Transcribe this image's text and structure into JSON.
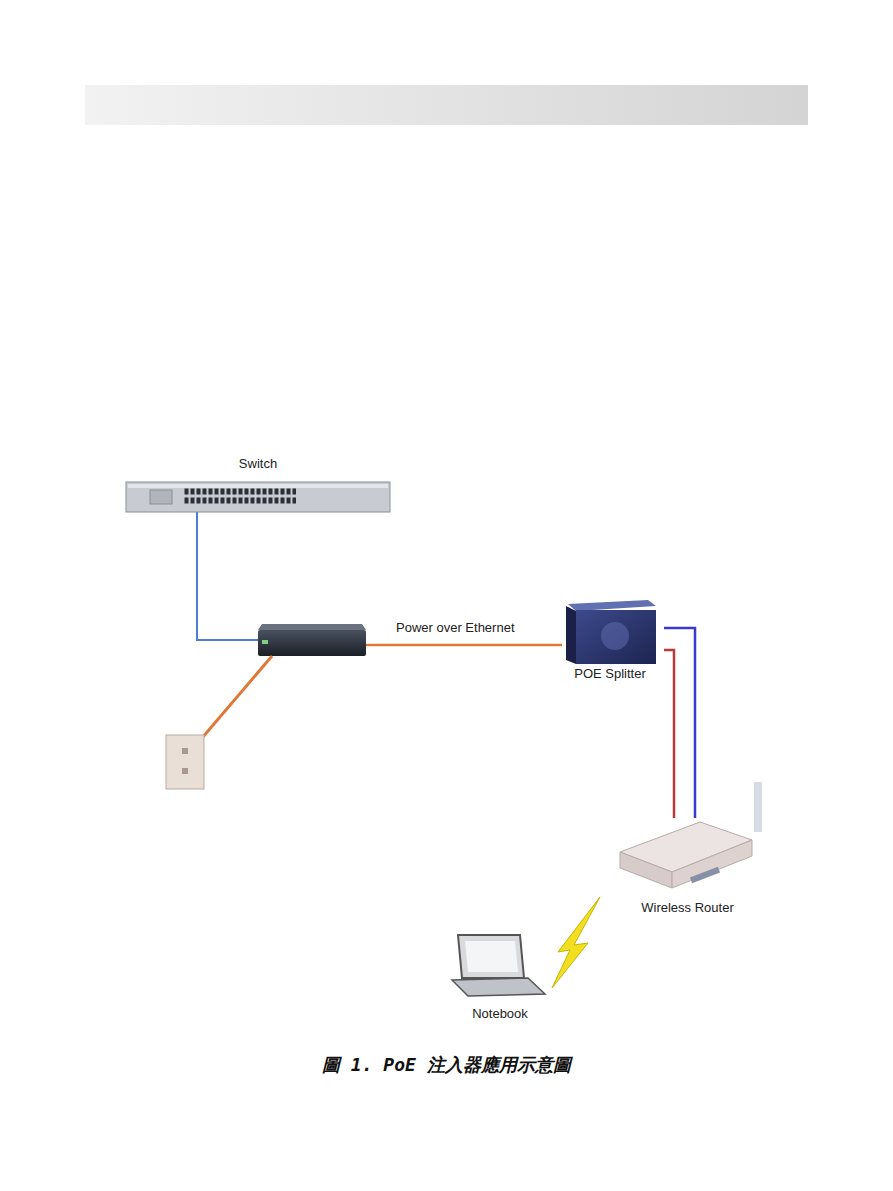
{
  "diagram": {
    "caption": "圖 1. PoE 注入器應用示意圖",
    "nodes": [
      {
        "text": [
          "Switch"
        ]
      },
      {
        "text": [
          "POE Splitter"
        ]
      },
      {
        "text": [
          "Wireless Router"
        ]
      },
      {
        "text": [
          "Notebook"
        ]
      }
    ],
    "edges": [
      {
        "from": 1,
        "to": 2,
        "arrow": "none"
      },
      {
        "from": 1,
        "to": 2,
        "arrow": "none"
      }
    ],
    "labels": [
      "Power over Ethernet"
    ]
  }
}
